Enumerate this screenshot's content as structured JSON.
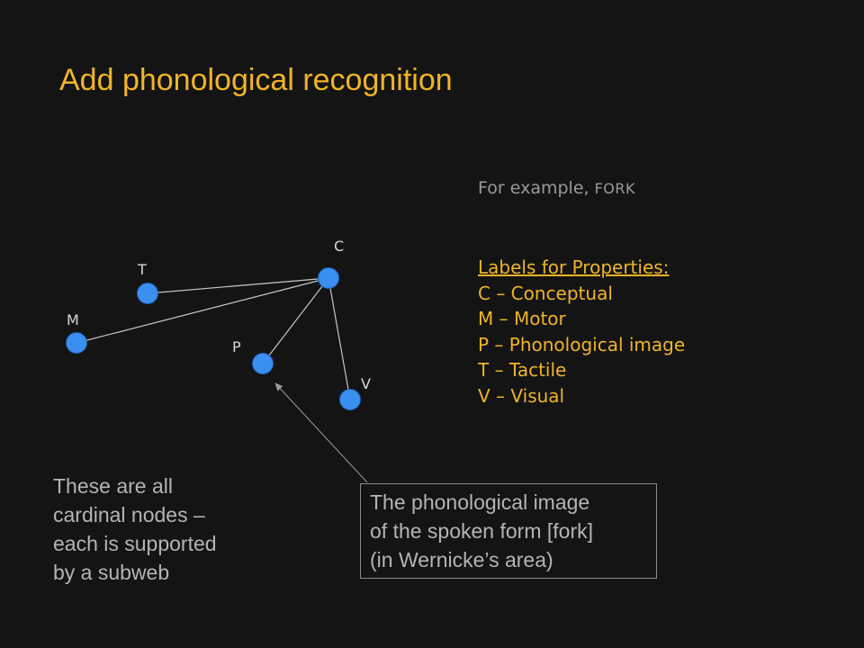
{
  "slide": {
    "title": "Add phonological recognition",
    "example": {
      "prefix": "For example, ",
      "word": "FORK"
    },
    "legend": {
      "heading": "Labels for Properties:",
      "items": [
        "C – Conceptual",
        "M – Motor",
        "P – Phonological image",
        "T – Tactile",
        "V – Visual"
      ]
    },
    "note": {
      "lines": [
        "These are all",
        "cardinal nodes –",
        "each is supported",
        "by a subweb"
      ]
    },
    "callout": {
      "lines": [
        "The phonological image",
        "of the spoken form [fork]",
        "(in Wernicke’s area)"
      ]
    }
  },
  "diagram": {
    "nodes": {
      "C": "C",
      "T": "T",
      "M": "M",
      "P": "P",
      "V": "V"
    }
  },
  "colors": {
    "background": "#141414",
    "title": "#f0b428",
    "node": "#3b8ff0",
    "edge": "#c8c8c8",
    "note_text": "#b4b4b4"
  }
}
